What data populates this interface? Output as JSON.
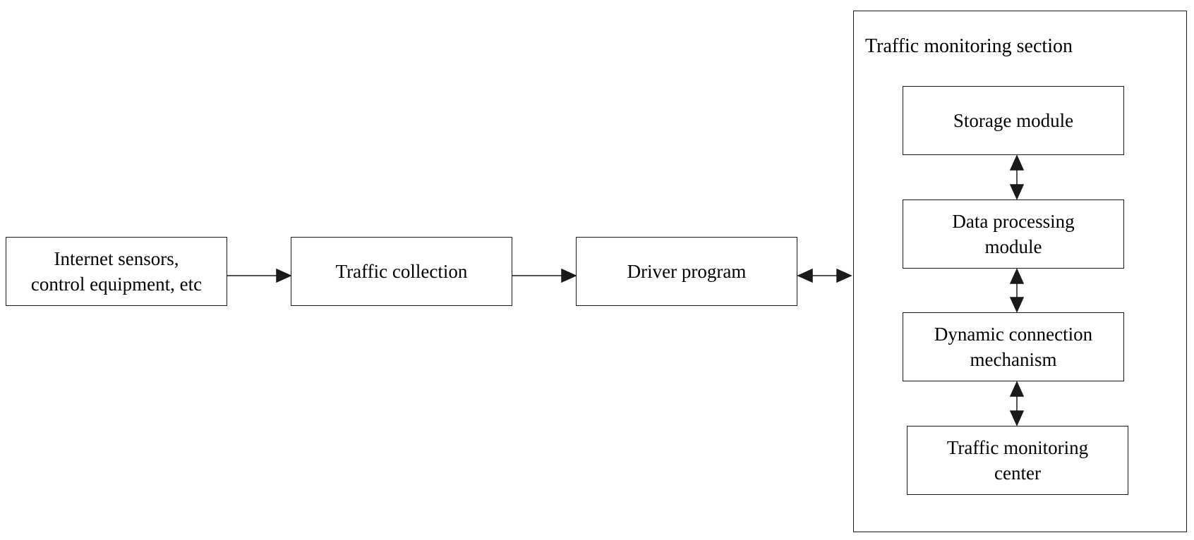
{
  "diagram": {
    "nodes": {
      "sensors": {
        "lines": [
          "Internet sensors,",
          "control equipment, etc"
        ]
      },
      "collection": {
        "lines": [
          "Traffic collection"
        ]
      },
      "driver": {
        "lines": [
          "Driver program"
        ]
      },
      "storage": {
        "lines": [
          "Storage module"
        ]
      },
      "processing": {
        "lines": [
          "Data processing",
          "module"
        ]
      },
      "dynamic": {
        "lines": [
          "Dynamic connection",
          "mechanism"
        ]
      },
      "center": {
        "lines": [
          "Traffic monitoring",
          "center"
        ]
      }
    },
    "section": {
      "title": "Traffic monitoring section"
    },
    "edges": [
      {
        "from": "sensors",
        "to": "collection",
        "direction": "forward"
      },
      {
        "from": "collection",
        "to": "driver",
        "direction": "forward"
      },
      {
        "from": "driver",
        "to": "section",
        "direction": "both"
      },
      {
        "from": "storage",
        "to": "processing",
        "direction": "both"
      },
      {
        "from": "processing",
        "to": "dynamic",
        "direction": "both"
      },
      {
        "from": "dynamic",
        "to": "center",
        "direction": "both"
      }
    ],
    "colors": {
      "stroke": "#1a1a1a",
      "background": "#ffffff"
    }
  }
}
